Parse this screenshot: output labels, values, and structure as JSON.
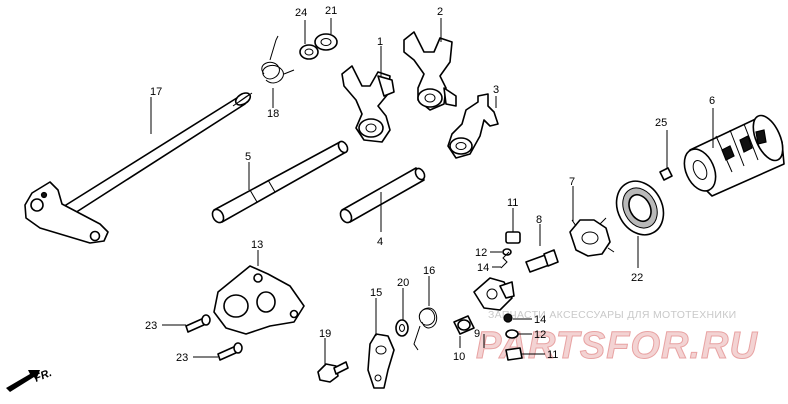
{
  "labels": {
    "p1": "1",
    "p2": "2",
    "p3": "3",
    "p4": "4",
    "p5": "5",
    "p6": "6",
    "p7": "7",
    "p8": "8",
    "p9": "9",
    "p10": "10",
    "p11a": "11",
    "p11b": "11",
    "p12a": "12",
    "p12b": "12",
    "p13": "13",
    "p14a": "14",
    "p14b": "14",
    "p15": "15",
    "p16": "16",
    "p17": "17",
    "p18": "18",
    "p19": "19",
    "p20": "20",
    "p21": "21",
    "p22": "22",
    "p23a": "23",
    "p23b": "23",
    "p24": "24",
    "p25": "25"
  },
  "watermark": {
    "text": "ЗАПЧАСТИ АКСЕССУАРЫ ДЛЯ МОТОТЕХНИКИ",
    "logo": "PARTSFOR.RU"
  },
  "direction": {
    "label": "FR."
  }
}
